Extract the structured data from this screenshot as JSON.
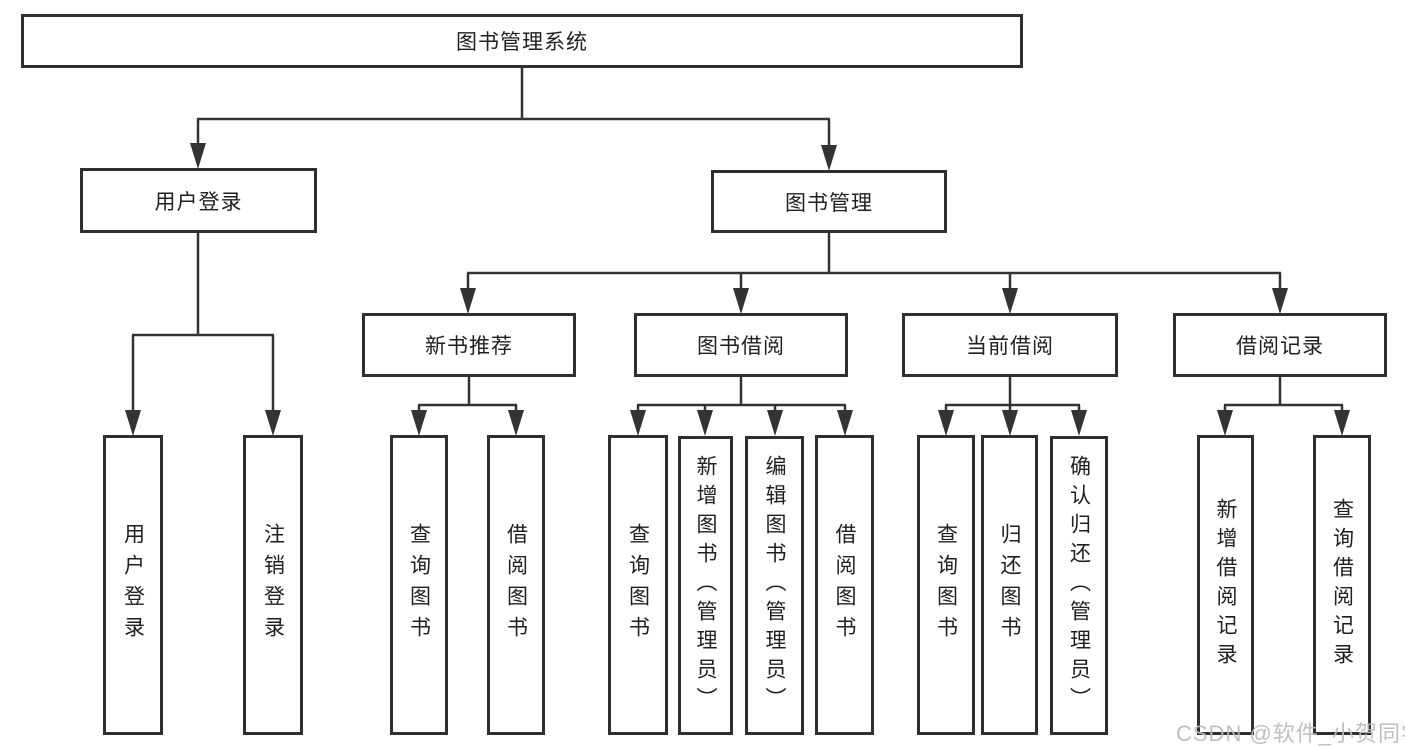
{
  "tree": {
    "root": {
      "label": "图书管理系统"
    },
    "branches": [
      {
        "label": "用户登录",
        "children": [
          {
            "label": "用户登录"
          },
          {
            "label": "注销登录"
          }
        ]
      },
      {
        "label": "图书管理",
        "children": [
          {
            "label": "新书推荐",
            "children": [
              {
                "label": "查询图书"
              },
              {
                "label": "借阅图书"
              }
            ]
          },
          {
            "label": "图书借阅",
            "children": [
              {
                "label": "查询图书"
              },
              {
                "label": "新增图书（管理员）"
              },
              {
                "label": "编辑图书（管理员）"
              },
              {
                "label": "借阅图书"
              }
            ]
          },
          {
            "label": "当前借阅",
            "children": [
              {
                "label": "查询图书"
              },
              {
                "label": "归还图书"
              },
              {
                "label": "确认归还（管理员）"
              }
            ]
          },
          {
            "label": "借阅记录",
            "children": [
              {
                "label": "新增借阅记录"
              },
              {
                "label": "查询借阅记录"
              }
            ]
          }
        ]
      }
    ]
  },
  "watermark": {
    "text": "CSDN @软件_小贺同学"
  },
  "colors": {
    "line": "#333333",
    "border": "#2f2f2f",
    "watermark": "#bcbcbc"
  }
}
